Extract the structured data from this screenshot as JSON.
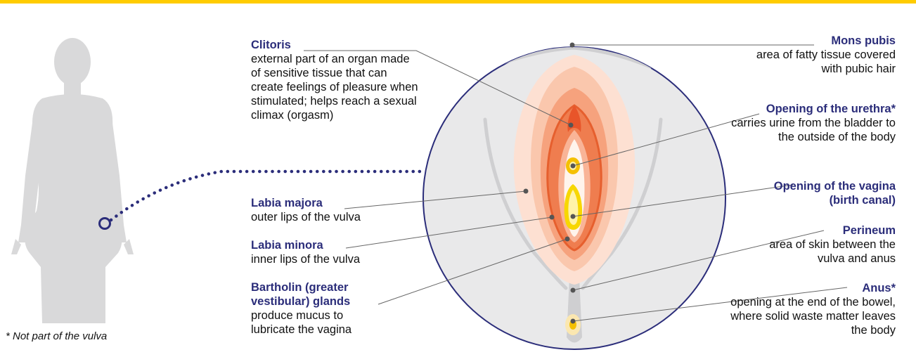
{
  "labels": {
    "clitoris": {
      "title": "Clitoris",
      "desc": "external part of an organ made of sensitive tissue that can create feelings of pleasure when stimulated; helps reach a sexual climax (orgasm)"
    },
    "labia_majora": {
      "title": "Labia majora",
      "desc": "outer lips of the vulva"
    },
    "labia_minora": {
      "title": "Labia minora",
      "desc": "inner lips of the vulva"
    },
    "bartholin": {
      "title": "Bartholin (greater vestibular) glands",
      "desc": "produce mucus to lubricate the vagina"
    },
    "mons_pubis": {
      "title": "Mons pubis",
      "desc": "area of fatty tissue covered with pubic hair"
    },
    "urethra": {
      "title": "Opening of the urethra*",
      "desc": "carries urine from the bladder to the outside of the body"
    },
    "vagina": {
      "title": "Opening of the vagina (birth canal)",
      "desc": ""
    },
    "perineum": {
      "title": "Perineum",
      "desc": "area of skin between the vulva and anus"
    },
    "anus": {
      "title": "Anus*",
      "desc": "opening at the end of the bowel, where solid waste matter leaves the body"
    }
  },
  "footnote": "* Not part of the vulva",
  "colors": {
    "accent_bar": "#ffcc00",
    "label_title": "#2b2d7a",
    "circle_stroke": "#2b2d7a",
    "body": "#d9d9da"
  }
}
